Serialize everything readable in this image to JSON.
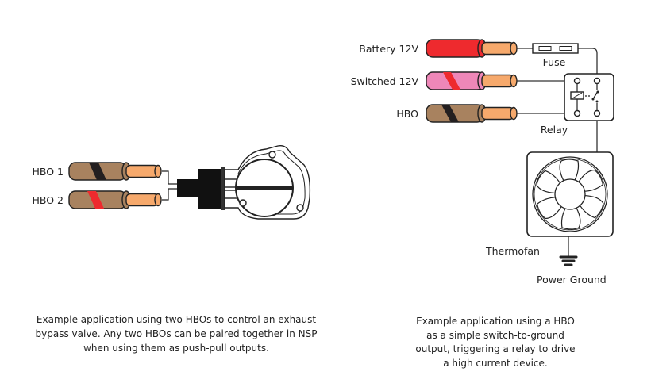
{
  "left": {
    "wires": [
      {
        "label": "HBO 1",
        "band_color": "#231f20"
      },
      {
        "label": "HBO 2",
        "band_color": "#ee2a2e"
      }
    ],
    "caption": [
      "Example application using two HBOs to control an exhaust",
      "bypass valve. Any two HBOs can be paired together in NSP",
      "when using them as push-pull outputs."
    ]
  },
  "right": {
    "wires": [
      {
        "label": "Battery 12V",
        "color": "#ee2a2e"
      },
      {
        "label": "Switched 12V",
        "color": "#ee87b8",
        "band_color": "#ee2a2e"
      },
      {
        "label": "HBO",
        "color": "#a8825f",
        "band_color": "#231f20"
      }
    ],
    "fuse_label": "Fuse",
    "relay_label": "Relay",
    "fan_label": "Thermofan",
    "ground_label": "Power Ground",
    "caption": [
      "Example application using a HBO",
      "as a simple switch-to-ground",
      "output, triggering a relay to drive",
      "a high current device."
    ]
  },
  "colors": {
    "tan": "#a8825f",
    "copper": "#f6a96c",
    "black": "#231f20",
    "red": "#ee2a2e",
    "pink": "#ee87b8"
  }
}
